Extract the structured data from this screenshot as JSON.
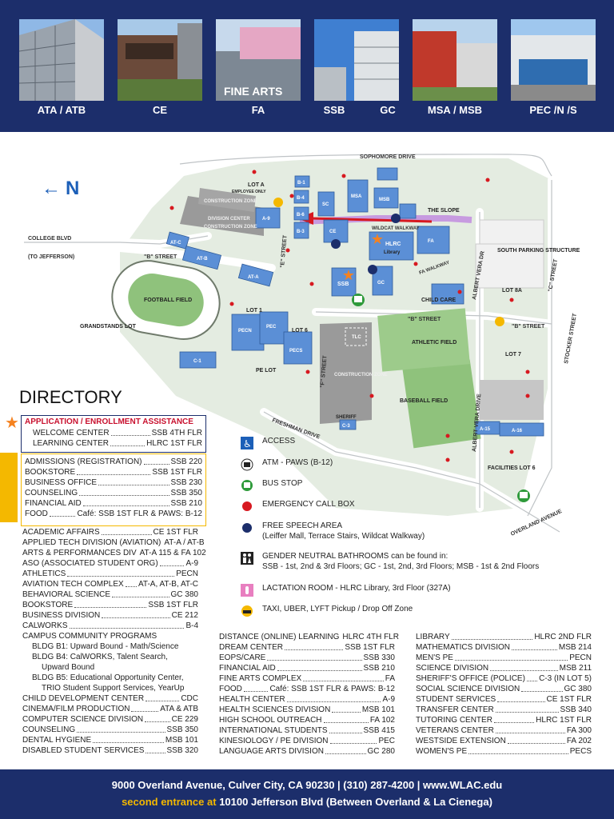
{
  "photos": [
    {
      "label": "ATA / ATB"
    },
    {
      "label": "CE"
    },
    {
      "label": "FA"
    },
    {
      "label": "SSB"
    },
    {
      "label": "GC"
    },
    {
      "label": "MSA / MSB"
    },
    {
      "label": "PEC /N /S"
    }
  ],
  "map": {
    "north_label": "N",
    "streets": {
      "sophomore": "SOPHOMORE DRIVE",
      "college_blvd": "COLLEGE BLVD",
      "to_jefferson": "(TO JEFFERSON)",
      "b_street_left": "\"B\" STREET",
      "b_street_mid": "\"B\" STREET",
      "b_street_right": "\"B\" STREET",
      "e_street": "\"E\" STREET",
      "c_street": "\"C\" STREET",
      "f_street": "\"F\" STREET",
      "stocker": "STOCKER STREET",
      "albert_vera_top": "ALBERT VERA DR",
      "albert_vera_bottom": "ALBERT VERA DRIVE",
      "freshman": "FRESHMAN DRIVE",
      "overland": "OVERLAND AVENUE",
      "wildcat": "WILDCAT WALKWAY",
      "fa_walkway": "FA WALKWAY"
    },
    "labels": {
      "lot_a": "LOT A",
      "employee_only": "EMPLOYEE ONLY",
      "construction_zone_1": "CONSTRUCTION ZONE",
      "division_center": "DIVISION CENTER",
      "construction_zone_2": "CONSTRUCTION ZONE",
      "construction_zone_3": "CONSTRUCTION ZONE",
      "football_field": "FOOTBALL FIELD",
      "grandstands_lot": "GRANDSTANDS LOT",
      "lot_1": "LOT 1",
      "lot_6": "LOT 6",
      "pe_lot": "PE LOT",
      "athletic_field": "ATHLETIC FIELD",
      "baseball_field": "BASEBALL FIELD",
      "the_slope": "THE SLOPE",
      "south_parking": "SOUTH PARKING STRUCTURE",
      "lot_8a": "LOT 8A",
      "lot_7": "LOT 7",
      "facilities_lot_6": "FACILITIES LOT 6",
      "child_care": "CHILD CARE",
      "library": "Library"
    },
    "buildings": {
      "b1": "B-1",
      "b4": "B-4",
      "b6": "B-6",
      "b3": "B-3",
      "sc": "SC",
      "msa": "MSA",
      "msb": "MSB",
      "ce": "CE",
      "hlrc": "HLRC",
      "fa": "FA",
      "ssb": "SSB",
      "gc": "GC",
      "a9": "A-9",
      "atc": "AT-C",
      "atb": "AT-B",
      "ata": "AT-A",
      "pecn": "PECN",
      "pec": "PEC",
      "pecs": "PECS",
      "c1": "C-1",
      "tlc": "TLC",
      "sheriff": "SHERIFF",
      "c3": "C-3",
      "a15": "A-15",
      "a16": "A-16"
    }
  },
  "directory": {
    "title": "DIRECTORY",
    "app_header": "APPLICATION / ENROLLMENT ASSISTANCE",
    "app_rows": [
      {
        "name": "WELCOME CENTER",
        "loc": "SSB 4TH FLR"
      },
      {
        "name": "LEARNING CENTER",
        "loc": "HLRC 1ST FLR"
      }
    ],
    "adm_rows": [
      {
        "name": "ADMISSIONS (REGISTRATION)",
        "loc": "SSB 220"
      },
      {
        "name": "BOOKSTORE",
        "loc": "SSB 1ST FLR"
      },
      {
        "name": "BUSINESS OFFICE",
        "loc": "SSB 230"
      },
      {
        "name": "COUNSELING",
        "loc": "SSB 350"
      },
      {
        "name": "FINANCIAL AID",
        "loc": "SSB 210"
      },
      {
        "name": "FOOD",
        "loc": "Café: SSB 1ST FLR & PAWS: B-12"
      }
    ],
    "col1": [
      {
        "name": "ACADEMIC AFFAIRS",
        "loc": "CE 1ST FLR"
      },
      {
        "name": "APPLIED TECH DIVISION (AVIATION)",
        "loc": "AT-A / AT-B"
      },
      {
        "name": "ARTS & PERFORMANCES DIV",
        "loc": "AT-A 115 & FA 102"
      },
      {
        "name": "ASO (ASSOCIATED STUDENT ORG)",
        "loc": "A-9"
      },
      {
        "name": "ATHLETICS",
        "loc": "PECN"
      },
      {
        "name": "AVIATION TECH COMPLEX",
        "loc": "AT-A, AT-B, AT-C"
      },
      {
        "name": "BEHAVIORAL SCIENCE",
        "loc": "GC 380"
      },
      {
        "name": "BOOKSTORE",
        "loc": "SSB 1ST FLR"
      },
      {
        "name": "BUSINESS DIVISION",
        "loc": "CE 212"
      },
      {
        "name": "CALWORKS",
        "loc": "B-4"
      }
    ],
    "ccp_title": "CAMPUS COMMUNITY PROGRAMS",
    "ccp_lines": [
      "BLDG B1: Upward Bound - Math/Science",
      "BLDG B4: CalWORKS, Talent Search,",
      "Upward Bound",
      "BLDG B5: Educational Opportunity Center,",
      "TRIO Student Support Services, YearUp"
    ],
    "col1b": [
      {
        "name": "CHILD DEVELOPMENT CENTER",
        "loc": "CDC"
      },
      {
        "name": "CINEMA/FILM PRODUCTION",
        "loc": "ATA & ATB"
      },
      {
        "name": "COMPUTER SCIENCE DIVISION",
        "loc": "CE 229"
      },
      {
        "name": "COUNSELING",
        "loc": "SSB 350"
      },
      {
        "name": "DENTAL HYGIENE",
        "loc": "MSB 101"
      },
      {
        "name": "DISABLED STUDENT SERVICES",
        "loc": "SSB 320"
      }
    ],
    "col2": [
      {
        "name": "DISTANCE (ONLINE) LEARNING",
        "loc": "HLRC 4TH FLR"
      },
      {
        "name": "DREAM CENTER",
        "loc": "SSB 1ST FLR"
      },
      {
        "name": "EOPS/CARE",
        "loc": "SSB 330"
      },
      {
        "name": "FINANCIAL AID",
        "loc": "SSB 210"
      },
      {
        "name": "FINE ARTS COMPLEX",
        "loc": "FA"
      },
      {
        "name": "FOOD",
        "loc": "Café: SSB 1ST FLR & PAWS: B-12"
      },
      {
        "name": "HEALTH CENTER",
        "loc": "A-9"
      },
      {
        "name": "HEALTH SCIENCES DIVISION",
        "loc": "MSB 101"
      },
      {
        "name": "HIGH SCHOOL OUTREACH",
        "loc": "FA 102"
      },
      {
        "name": "INTERNATIONAL STUDENTS",
        "loc": "SSB 415"
      },
      {
        "name": "KINESIOLOGY / PE DIVISION",
        "loc": "PEC"
      },
      {
        "name": "LANGUAGE ARTS DIVISION",
        "loc": "GC 280"
      }
    ],
    "col3": [
      {
        "name": "LIBRARY",
        "loc": "HLRC 2ND FLR"
      },
      {
        "name": "MATHEMATICS DIVISION",
        "loc": "MSB 214"
      },
      {
        "name": "MEN'S PE",
        "loc": "PECN"
      },
      {
        "name": "SCIENCE DIVISION",
        "loc": "MSB 211"
      },
      {
        "name": "SHERIFF'S OFFICE (POLICE)",
        "loc": "C-3 (IN LOT 5)"
      },
      {
        "name": "SOCIAL SCIENCE DIVISION",
        "loc": "GC 380"
      },
      {
        "name": "STUDENT SERVICES",
        "loc": "CE 1ST FLR"
      },
      {
        "name": "TRANSFER CENTER",
        "loc": "SSB 340"
      },
      {
        "name": "TUTORING CENTER",
        "loc": "HLRC 1ST FLR"
      },
      {
        "name": "VETERANS CENTER",
        "loc": "FA 300"
      },
      {
        "name": "WESTSIDE EXTENSION",
        "loc": "FA 202"
      },
      {
        "name": "WOMEN'S PE",
        "loc": "PECS"
      }
    ]
  },
  "legend": [
    {
      "icon": "accessibility-icon",
      "text": "ACCESS"
    },
    {
      "icon": "atm-icon",
      "text": "ATM - PAWS (B-12)"
    },
    {
      "icon": "bus-icon",
      "text": "BUS STOP"
    },
    {
      "icon": "emergency-dot-icon",
      "text": "EMERGENCY CALL BOX"
    },
    {
      "icon": "free-speech-dot-icon",
      "text": "FREE SPEECH AREA",
      "sub": "(Leiffer Mall, Terrace Stairs, Wildcat Walkway)"
    },
    {
      "icon": "restroom-icon",
      "text": "GENDER NEUTRAL BATHROOMS can be found in:",
      "sub": "SSB - 1st, 2nd & 3rd Floors; GC - 1st, 2nd, 3rd Floors; MSB - 1st & 2nd Floors"
    },
    {
      "icon": "lactation-icon",
      "text": "LACTATION ROOM - HLRC Library, 3rd Floor (327A)"
    },
    {
      "icon": "taxi-icon",
      "text": "TAXI, UBER, LYFT Pickup / Drop Off Zone"
    }
  ],
  "footer": {
    "line1": "9000 Overland Avenue, Culver City, CA 90230  |  (310) 287-4200  |  www.WLAC.edu",
    "line2_highlight": "second entrance at",
    "line2_rest": " 10100 Jefferson Blvd (Between Overland & La Cienega)"
  },
  "colors": {
    "navy": "#1c2e6b",
    "building": "#5b8fd6",
    "red_dot": "#d71920",
    "blue_dot": "#1c2e6b",
    "yellow": "#f4b800",
    "star": "#f58220"
  }
}
